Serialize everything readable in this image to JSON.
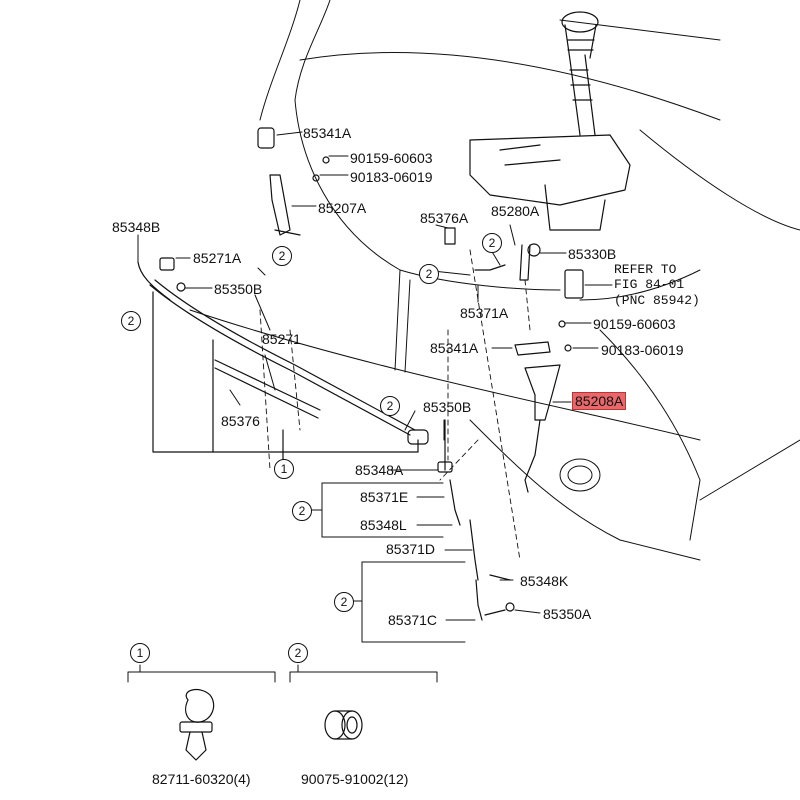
{
  "labels": {
    "p85341A_top": "85341A",
    "p90159_top": "90159-60603",
    "p90183_top": "90183-06019",
    "p85207A": "85207A",
    "p85348B": "85348B",
    "p85271A": "85271A",
    "p85350B_left": "85350B",
    "p85271": "85271",
    "p85376": "85376",
    "p85376A": "85376A",
    "p85280A": "85280A",
    "p85330B": "85330B",
    "refer_1": "REFER TO",
    "refer_2": "FIG 84-01",
    "refer_3": "(PNC 85942)",
    "p85371A": "85371A",
    "p90159_mid": "90159-60603",
    "p85341A_mid": "85341A",
    "p90183_mid": "90183-06019",
    "p85208A": "85208A",
    "p85350B_mid": "85350B",
    "p85348A": "85348A",
    "p85371E": "85371E",
    "p85348L": "85348L",
    "p85371D": "85371D",
    "p85348K": "85348K",
    "p85371C": "85371C",
    "p85350A": "85350A",
    "p82711": "82711-60320(4)",
    "p90075": "90075-91002(12)"
  },
  "callouts": {
    "one": "1",
    "two": "2"
  },
  "colors": {
    "highlight": "#e8676a",
    "ink": "#111111"
  }
}
